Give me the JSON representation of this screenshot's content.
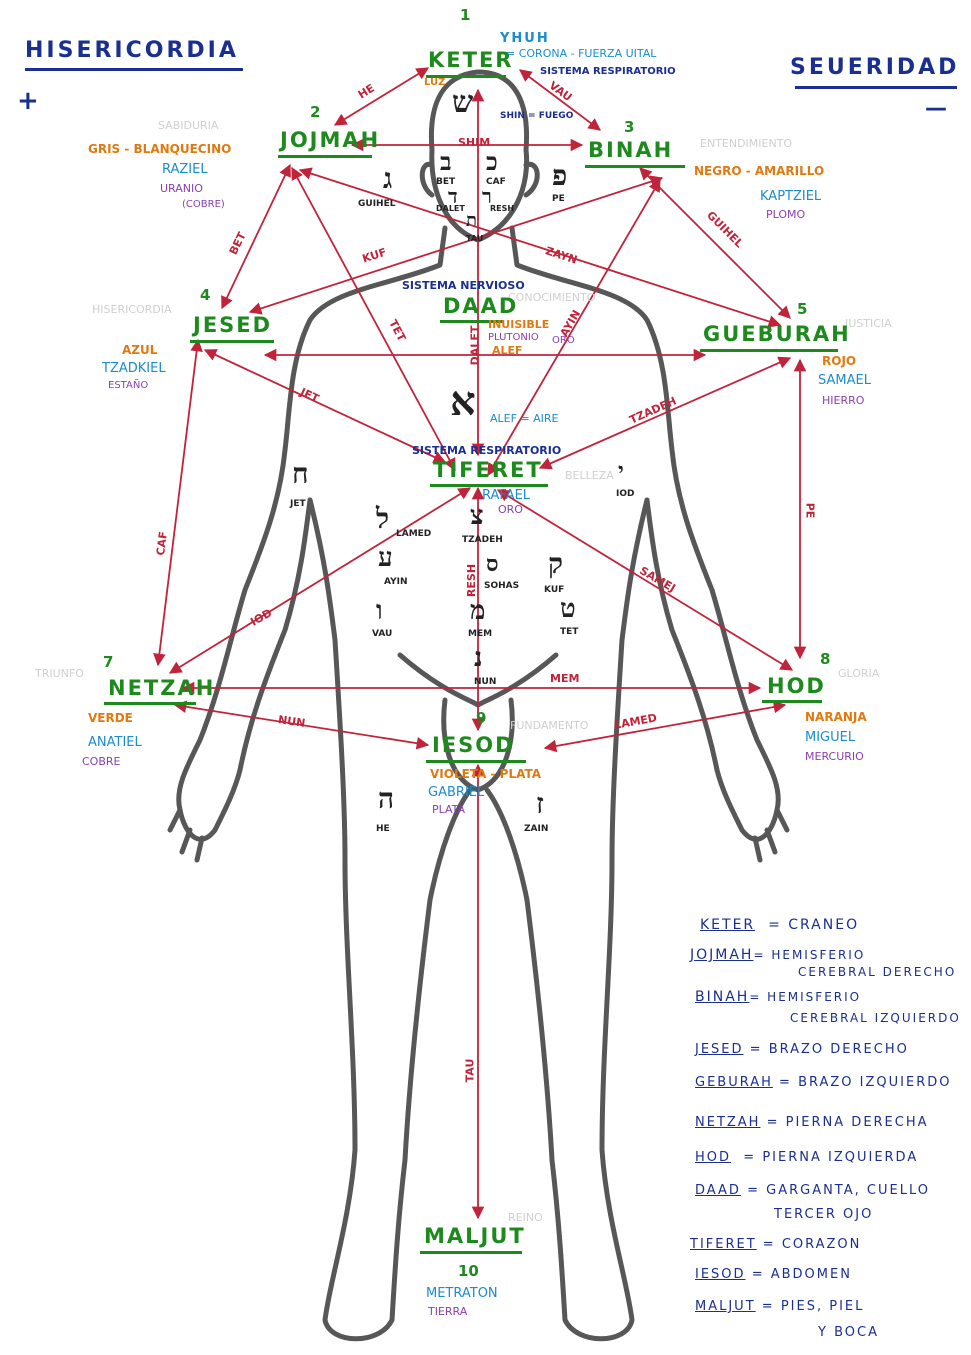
{
  "header": {
    "left_title": "HISERICORDIA",
    "left_symbol": "+",
    "right_title": "SEUERIDAD",
    "right_symbol": "—"
  },
  "sefirot": {
    "keter": {
      "number": "1",
      "name": "KETER",
      "top_note": "YHUH",
      "desc1": "= CORONA - FUERZA UITAL",
      "desc2": "SISTEMA RESPIRATORIO",
      "extra": "LUZ"
    },
    "jojmah": {
      "number": "2",
      "name": "JOJMAH",
      "color": "GRIS - BLANQUECINO",
      "angel": "RAZIEL",
      "planet": "URANIO",
      "metal": "(COBRE)",
      "ghost": "SABIDURIA"
    },
    "binah": {
      "number": "3",
      "name": "BINAH",
      "color": "NEGRO - AMARILLO",
      "angel": "KAPTZIEL",
      "metal": "PLOMO",
      "ghost": "ENTENDIMIENTO"
    },
    "jesed": {
      "number": "4",
      "name": "JESED",
      "color": "AZUL",
      "angel": "TZADKIEL",
      "metal": "ESTAÑO",
      "ghost": "HISERICORDIA"
    },
    "gueburah": {
      "number": "5",
      "name": "GUEBURAH",
      "color": "ROJO",
      "angel": "SAMAEL",
      "metal": "HIERRO",
      "ghost": "JUSTICIA"
    },
    "daad": {
      "name": "DAAD",
      "top": "SISTEMA NERVIOSO",
      "desc1": "INUISIBLE",
      "desc2": "PLUTONIO",
      "desc3": "ALEF",
      "ghost": "CONOCIMIENTO",
      "extra": "ORO"
    },
    "tiferet": {
      "name": "TIFERET",
      "top": "SISTEMA RESPIRATORIO",
      "angel": "RAFAEL",
      "metal": "ORO",
      "ghost": "BELLEZA"
    },
    "netzah": {
      "number": "7",
      "name": "NETZAH",
      "color": "VERDE",
      "angel": "ANATIEL",
      "metal": "COBRE",
      "ghost": "TRIUNFO"
    },
    "hod": {
      "number": "8",
      "name": "HOD",
      "color": "NARANJA",
      "angel": "MIGUEL",
      "metal": "MERCURIO",
      "ghost": "GLORIA"
    },
    "iesod": {
      "number": "9",
      "name": "IESOD",
      "color": "VIOLETA - PLATA",
      "angel": "GABRIEL",
      "metal": "PLATA",
      "ghost": "FUNDAMENTO"
    },
    "maljut": {
      "number": "10",
      "name": "MALJUT",
      "angel": "METRATON",
      "element": "TIERRA",
      "ghost": "REINO"
    }
  },
  "paths": {
    "he": "HE",
    "vau": "VAU",
    "shim": "SHIM",
    "bet": "BET",
    "guihel": "GUIHEL",
    "kuf": "KUF",
    "zayn": "ZAYN",
    "tet": "TET",
    "dalet": "DALET",
    "ayin": "AYIN",
    "jet": "JET",
    "tzadeh": "TZADEH",
    "caf": "CAF",
    "pe": "PE",
    "iod": "IOD",
    "samej": "SAMEJ",
    "mem": "MEM",
    "nun": "NUN",
    "lamed": "LAMED",
    "tau": "TAU",
    "resh": "RESH"
  },
  "head_labels": {
    "shin_fuego": "SHIN = FUEGO",
    "bet": "BET",
    "caf": "CAF",
    "guihel": "GUIHEL",
    "dalet": "DALET",
    "resh": "RESH",
    "pe": "PE",
    "tau": "TAU",
    "alef_aire": "ALEF = AIRE"
  },
  "body_labels": {
    "jet": "JET",
    "iod": "IOD",
    "lamed": "LAMED",
    "tzadeh": "TZADEH",
    "ayin": "AYIN",
    "sohas": "SOHAS",
    "kuf": "KUF",
    "vau": "VAU",
    "mem": "MEM",
    "tet": "TET",
    "nun": "NUN",
    "he": "HE",
    "zain": "ZAIN"
  },
  "hebrew": {
    "shin": "ש",
    "bet": "ב",
    "caf": "כ",
    "guimel": "ג",
    "pe": "פ",
    "dalet": "ד",
    "resh": "ר",
    "alef": "א",
    "jet": "ח",
    "iod": "י",
    "lamed": "ל",
    "tzadi": "צ",
    "ayin": "ע",
    "kuf": "ק",
    "vav": "ו",
    "mem": "מ",
    "tet": "ט",
    "nun": "נ",
    "he": "ה",
    "zain": "ז",
    "samej": "ס",
    "tav": "ת"
  },
  "legend": [
    {
      "term": "KETER",
      "def": "= CRANEO"
    },
    {
      "term": "JOJMAH",
      "def": "= HEMISFERIO",
      "def2": "CEREBRAL DERECHO"
    },
    {
      "term": "BINAH",
      "def": "= HEMISFERIO",
      "def2": "CEREBRAL IZQUIERDO"
    },
    {
      "term": "JESED",
      "def": "= BRAZO DERECHO"
    },
    {
      "term": "GEBURAH",
      "def": "= BRAZO IZQUIERDO"
    },
    {
      "term": "NETZAH",
      "def": "= PIERNA DERECHA"
    },
    {
      "term": "HOD",
      "def": "= PIERNA IZQUIERDA"
    },
    {
      "term": "DAAD",
      "def": "= GARGANTA, CUELLO",
      "def2": "TERCER OJO"
    },
    {
      "term": "TIFERET",
      "def": "= CORAZON"
    },
    {
      "term": "IESOD",
      "def": "= ABDOMEN"
    },
    {
      "term": "MALJUT",
      "def": "= PIES, PIEL",
      "def2": "Y BOCA"
    }
  ],
  "colors": {
    "sefira": "#1e8a1e",
    "path": "#c0233a",
    "title": "#1a2f8f",
    "outline": "#333333"
  }
}
